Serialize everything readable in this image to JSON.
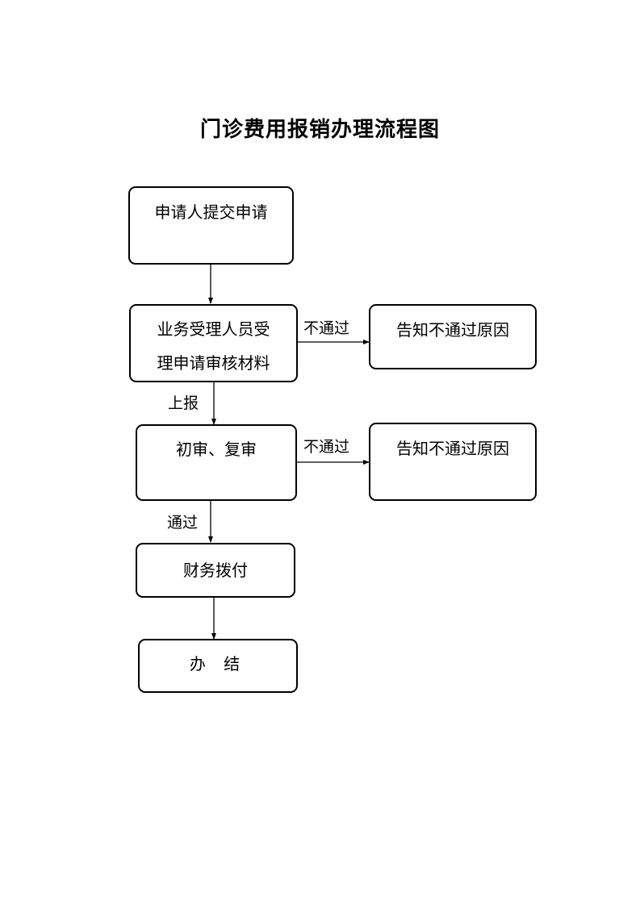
{
  "title": "门诊费用报销办理流程图",
  "steps": {
    "submit": "申请人提交申请",
    "review_line1": "业务受理人员受",
    "review_line2": "理申请审核材料",
    "audit": "初审、复审",
    "pay": "财务拨付",
    "done": "办 结"
  },
  "rejections": {
    "notify_1": "告知不通过原因",
    "notify_2": "告知不通过原因"
  },
  "edge_labels": {
    "reject_1": "不通过",
    "reject_2": "不通过",
    "report": "上报",
    "pass": "通过"
  }
}
